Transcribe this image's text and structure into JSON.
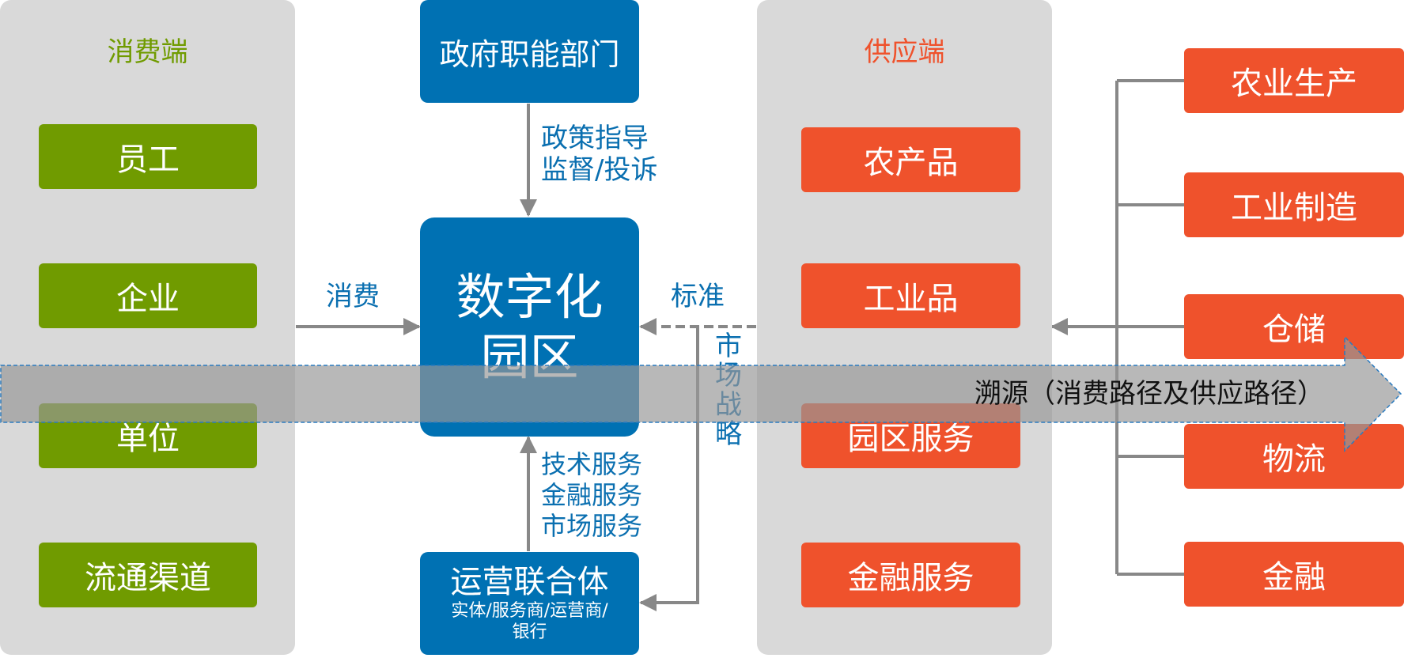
{
  "colors": {
    "consumer_green": "#709b00",
    "supplier_orange": "#ef522c",
    "core_blue": "#0071b3",
    "panel_gray": "#d9d9d9",
    "arrow_gray": "#888888"
  },
  "consumer_panel": {
    "title": "消费端",
    "items": [
      "员工",
      "企业",
      "单位",
      "流通渠道"
    ]
  },
  "government": {
    "label": "政府职能部门"
  },
  "core": {
    "line1": "数字化",
    "line2": "园区"
  },
  "operator": {
    "title": "运营联合体",
    "subtitle_line1": "实体/服务商/运营商/",
    "subtitle_line2": "银行"
  },
  "supplier_panel": {
    "title": "供应端",
    "items": [
      "农产品",
      "工业品",
      "园区服务",
      "金融服务"
    ]
  },
  "industries": [
    "农业生产",
    "工业制造",
    "仓储",
    "物流",
    "金融"
  ],
  "flow_labels": {
    "policy_line1": "政策指导",
    "policy_line2": "监督/投诉",
    "consume": "消费",
    "standard": "标准",
    "market_strategy": [
      "市",
      "场",
      "战",
      "略"
    ],
    "services": [
      "技术服务",
      "金融服务",
      "市场服务"
    ]
  },
  "trace_arrow": {
    "label": "溯源（消费路径及供应路径）"
  }
}
